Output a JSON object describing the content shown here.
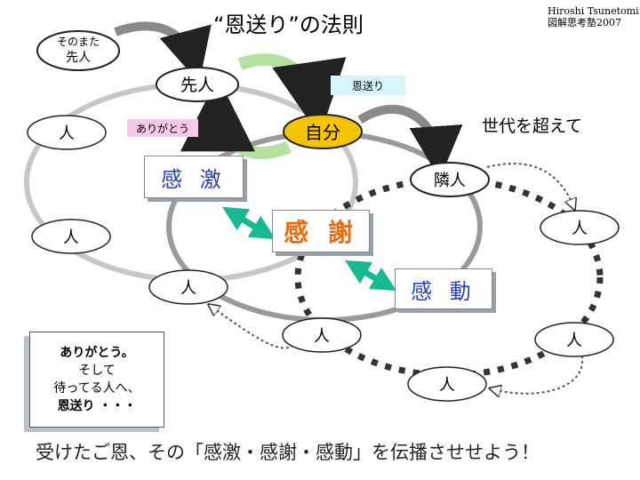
{
  "title": "“恩送り”の法則",
  "author": [
    "Hiroshi Tsunetomi",
    "図解思考塾2007"
  ],
  "labels": {
    "sonomata": "そのまた",
    "senjin_small": "先人",
    "senjin": "先人",
    "jibun": "自分",
    "rinjin": "隣人",
    "hito": "人",
    "arigatou": "ありがとう",
    "onokuri": "恩送り",
    "sedai": "世代を超えて"
  },
  "boxes": {
    "kangeki": "感 激",
    "kansha": "感 謝",
    "kandou": "感 動"
  },
  "note": {
    "line1": "ありがとう。",
    "line2": "そして",
    "line3": "待ってる人へ、",
    "line4": "恩送り ・・・"
  },
  "caption": "受けたご恩、その「感激・感謝・感動」を伝播させせよう！",
  "colors": {
    "jibun_fill": "#f5c400",
    "kansha_text": "#e56d10",
    "box_text": "#2b3fb8",
    "arrow_teal": "#18b890"
  }
}
